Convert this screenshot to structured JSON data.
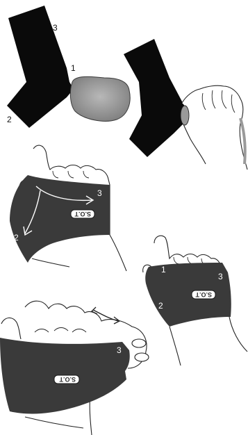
{
  "colors": {
    "band_black": "#0a0a0a",
    "band_dark_gray": "#3a3a3a",
    "pad_gray": "#9a9a9a",
    "hand_line": "#222222",
    "hand_fill": "#ffffff",
    "arrow_white": "#ffffff"
  },
  "panel1": {
    "labels": {
      "one": "1",
      "two": "2",
      "three": "3"
    }
  },
  "panel3": {
    "labels": {
      "two": "2",
      "three": "3"
    },
    "logo": "S.O.T"
  },
  "panel4": {
    "labels": {
      "one": "1",
      "two": "2",
      "three": "3"
    },
    "logo": "S.O.T"
  },
  "panel5": {
    "labels": {
      "three": "3"
    },
    "logo": "S.O.T"
  }
}
